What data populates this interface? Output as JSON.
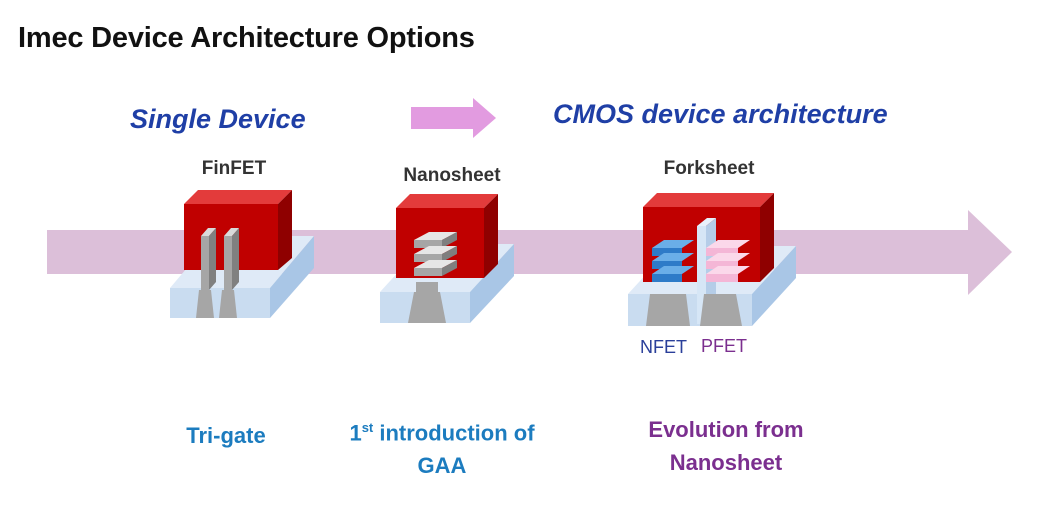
{
  "title": "Imec Device Architecture Options",
  "headings": {
    "single": "Single Device",
    "cmos": "CMOS device architecture"
  },
  "devices": [
    {
      "name": "FinFET",
      "caption_lines": [
        "Tri-gate"
      ]
    },
    {
      "name": "Nanosheet",
      "caption_sup_prefix": "1",
      "caption_sup": "st",
      "caption_line1_rest": " introduction of",
      "caption_line2": "GAA"
    },
    {
      "name": "Forksheet",
      "caption_lines": [
        "Evolution from",
        "Nanosheet"
      ]
    }
  ],
  "fet_labels": {
    "nfet": "NFET",
    "pfet": "PFET"
  },
  "colors": {
    "heading": "#1f3fa6",
    "tri_gate": "#1c7cbf",
    "gaa": "#1c7cbf",
    "evolution": "#7b2f8f",
    "timeline_arrow": "#dcbfd9",
    "progress_arrow": "#e29be0",
    "gate_red": "#c00000",
    "nfet_blue": "#2e7bc8",
    "pfet_pink": "#f4b6d6",
    "substrate": "#c9dcf0"
  }
}
